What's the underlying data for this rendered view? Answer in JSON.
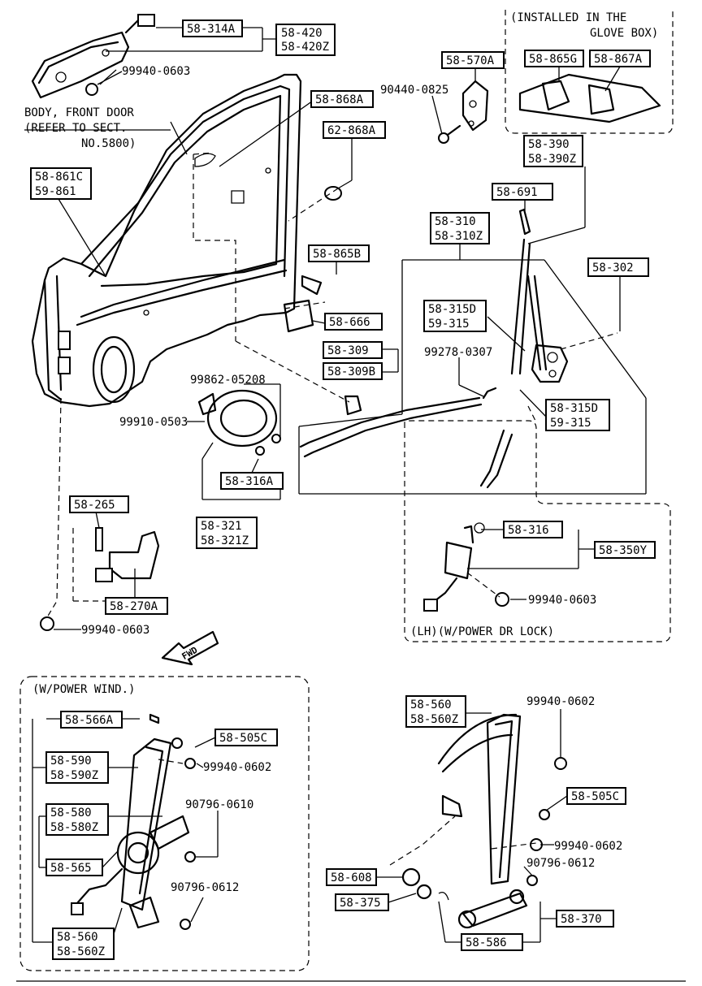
{
  "parts": {
    "p_58_314A": "58-314A",
    "p_58_420": "58-420",
    "p_58_420Z": "58-420Z",
    "p_99940_0603_top": "99940-0603",
    "p_body_front_door_1": "BODY, FRONT DOOR",
    "p_body_front_door_2": "(REFER TO SECT.",
    "p_body_front_door_3": "NO.5800)",
    "p_58_868A": "58-868A",
    "p_62_868A": "62-868A",
    "p_58_861C": "58-861C",
    "p_59_861": "59-861",
    "p_58_865B": "58-865B",
    "p_58_666": "58-666",
    "p_58_309": "58-309",
    "p_58_309B": "58-309B",
    "p_99862_05208": "99862-05208",
    "p_99910_0503": "99910-0503",
    "p_58_316A": "58-316A",
    "p_58_321": "58-321",
    "p_58_321Z": "58-321Z",
    "p_58_265": "58-265",
    "p_58_270A": "58-270A",
    "p_99940_0603_left": "99940-0603",
    "fwd": "FWD",
    "p_installed_1": "(INSTALLED IN THE",
    "p_installed_2": "GLOVE BOX)",
    "p_58_865G": "58-865G",
    "p_58_867A": "58-867A",
    "p_58_570A": "58-570A",
    "p_90440_0825": "90440-0825",
    "p_58_390": "58-390",
    "p_58_390Z": "58-390Z",
    "p_58_691": "58-691",
    "p_58_310": "58-310",
    "p_58_310Z": "58-310Z",
    "p_58_302": "58-302",
    "p_58_315D_a": "58-315D",
    "p_59_315_a": "59-315",
    "p_99278_0307": "99278-0307",
    "p_58_315D_b": "58-315D",
    "p_59_315_b": "59-315",
    "p_58_316": "58-316",
    "p_58_350Y": "58-350Y",
    "p_99940_0603_lock": "99940-0603",
    "p_lh_power_lock": "(LH)(W/POWER DR LOCK)",
    "p_w_power_wind": "(W/POWER WIND.)",
    "p_58_566A": "58-566A",
    "p_58_505C_l": "58-505C",
    "p_58_590": "58-590",
    "p_58_590Z": "58-590Z",
    "p_99940_0602_l": "99940-0602",
    "p_90796_0610": "90796-0610",
    "p_58_580": "58-580",
    "p_58_580Z": "58-580Z",
    "p_58_565": "58-565",
    "p_90796_0612_l": "90796-0612",
    "p_58_560_l": "58-560",
    "p_58_560Z_l": "58-560Z",
    "p_58_560_r": "58-560",
    "p_58_560Z_r": "58-560Z",
    "p_99940_0602_r1": "99940-0602",
    "p_58_505C_r": "58-505C",
    "p_99940_0602_r2": "99940-0602",
    "p_90796_0612_r": "90796-0612",
    "p_58_608": "58-608",
    "p_58_375": "58-375",
    "p_58_370": "58-370",
    "p_58_586": "58-586"
  }
}
